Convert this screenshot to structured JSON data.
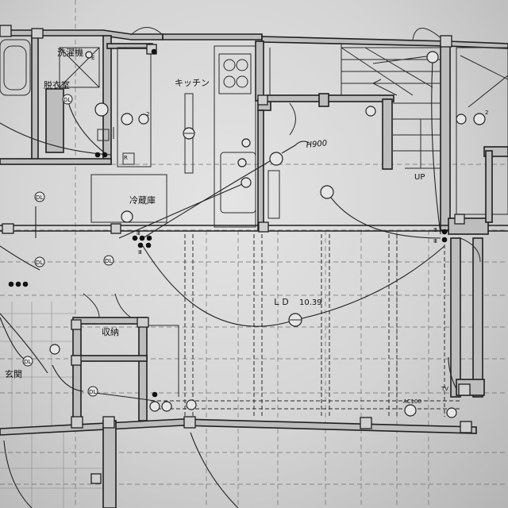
{
  "rooms": {
    "laundry": "洗濯機",
    "dressing": "脱衣室",
    "kitchen": "キッチン",
    "fridge": "冷蔵庫",
    "storage": "収納",
    "entrance": "玄関",
    "living_dining": "ＬＤ",
    "ld_area": "10.39"
  },
  "marks": {
    "up": "UP",
    "ac": "AC100",
    "tv": "TV",
    "handnote": "H900",
    "dl": "DL",
    "switch_3way": "Ⅲ",
    "r_mark": "R",
    "num2": "2",
    "e_mark": "E"
  }
}
